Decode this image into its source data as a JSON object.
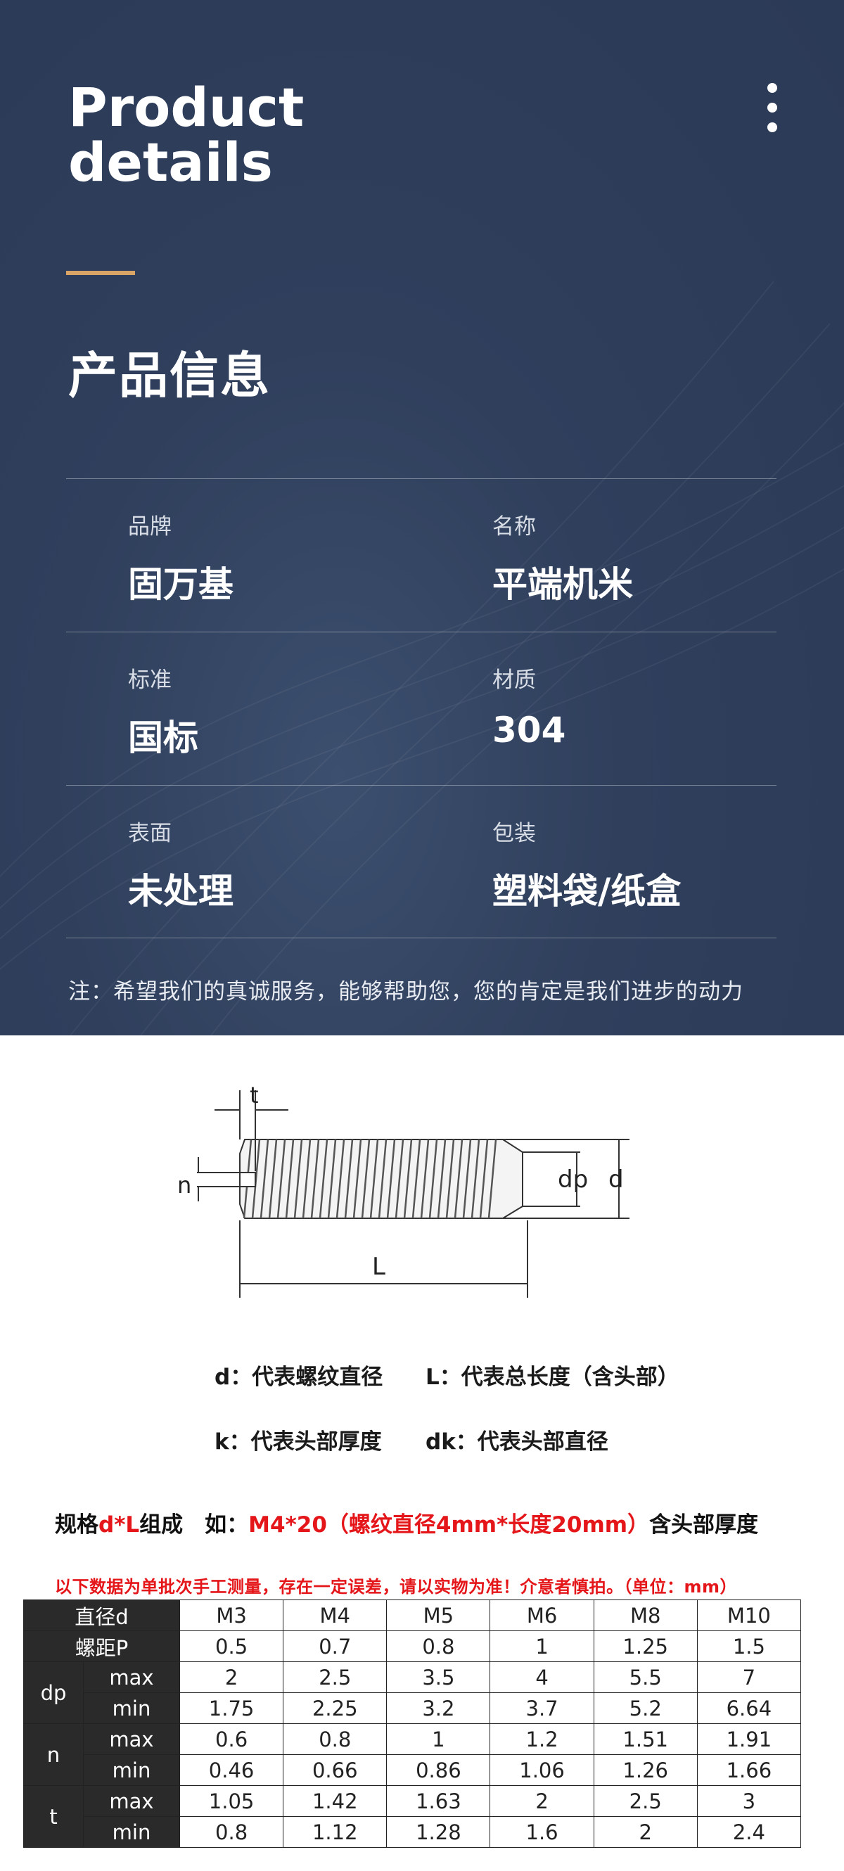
{
  "header": {
    "title_line1": "Product",
    "title_line2": "details",
    "more_icon": "more-vertical-icon",
    "section_title": "产品信息",
    "accent_color": "#d9a466",
    "background_color": "#2b3a56"
  },
  "info": {
    "rows": [
      {
        "left": {
          "label": "品牌",
          "value": "固万基"
        },
        "right": {
          "label": "名称",
          "value": "平端机米"
        }
      },
      {
        "left": {
          "label": "标准",
          "value": "国标"
        },
        "right": {
          "label": "材质",
          "value": "304"
        }
      },
      {
        "left": {
          "label": "表面",
          "value": "未处理"
        },
        "right": {
          "label": "包装",
          "value": "塑料袋/纸盒"
        }
      }
    ],
    "note": "注：希望我们的真诚服务，能够帮助您，您的肯定是我们进步的动力"
  },
  "diagram": {
    "labels": {
      "t": "t",
      "n": "n",
      "dp": "dp",
      "d": "d",
      "L": "L"
    },
    "legend": {
      "d": "d：代表螺纹直径",
      "L": "L：代表总长度（含头部）",
      "k": "k：代表头部厚度",
      "dk": "dk：代表头部直径"
    }
  },
  "spec": {
    "prefix": "规格",
    "formula": "d*L",
    "middle": "组成　如：",
    "example": "M4*20（螺纹直径4mm*长度20mm）",
    "suffix": "含头部厚度",
    "warning": "以下数据为单批次手工测量，存在一定误差，请以实物为准！介意者慎拍。（单位：mm）",
    "highlight_color": "#e4161a"
  },
  "table": {
    "header_label": "直径d",
    "pitch_label": "螺距P",
    "sizes": [
      "M3",
      "M4",
      "M5",
      "M6",
      "M8",
      "M10"
    ],
    "pitch": [
      "0.5",
      "0.7",
      "0.8",
      "1",
      "1.25",
      "1.5"
    ],
    "max_label": "max",
    "min_label": "min",
    "groups": [
      {
        "name": "dp",
        "max": [
          "2",
          "2.5",
          "3.5",
          "4",
          "5.5",
          "7"
        ],
        "min": [
          "1.75",
          "2.25",
          "3.2",
          "3.7",
          "5.2",
          "6.64"
        ]
      },
      {
        "name": "n",
        "max": [
          "0.6",
          "0.8",
          "1",
          "1.2",
          "1.51",
          "1.91"
        ],
        "min": [
          "0.46",
          "0.66",
          "0.86",
          "1.06",
          "1.26",
          "1.66"
        ]
      },
      {
        "name": "t",
        "max": [
          "1.05",
          "1.42",
          "1.63",
          "2",
          "2.5",
          "3"
        ],
        "min": [
          "0.8",
          "1.12",
          "1.28",
          "1.6",
          "2",
          "2.4"
        ]
      }
    ]
  }
}
